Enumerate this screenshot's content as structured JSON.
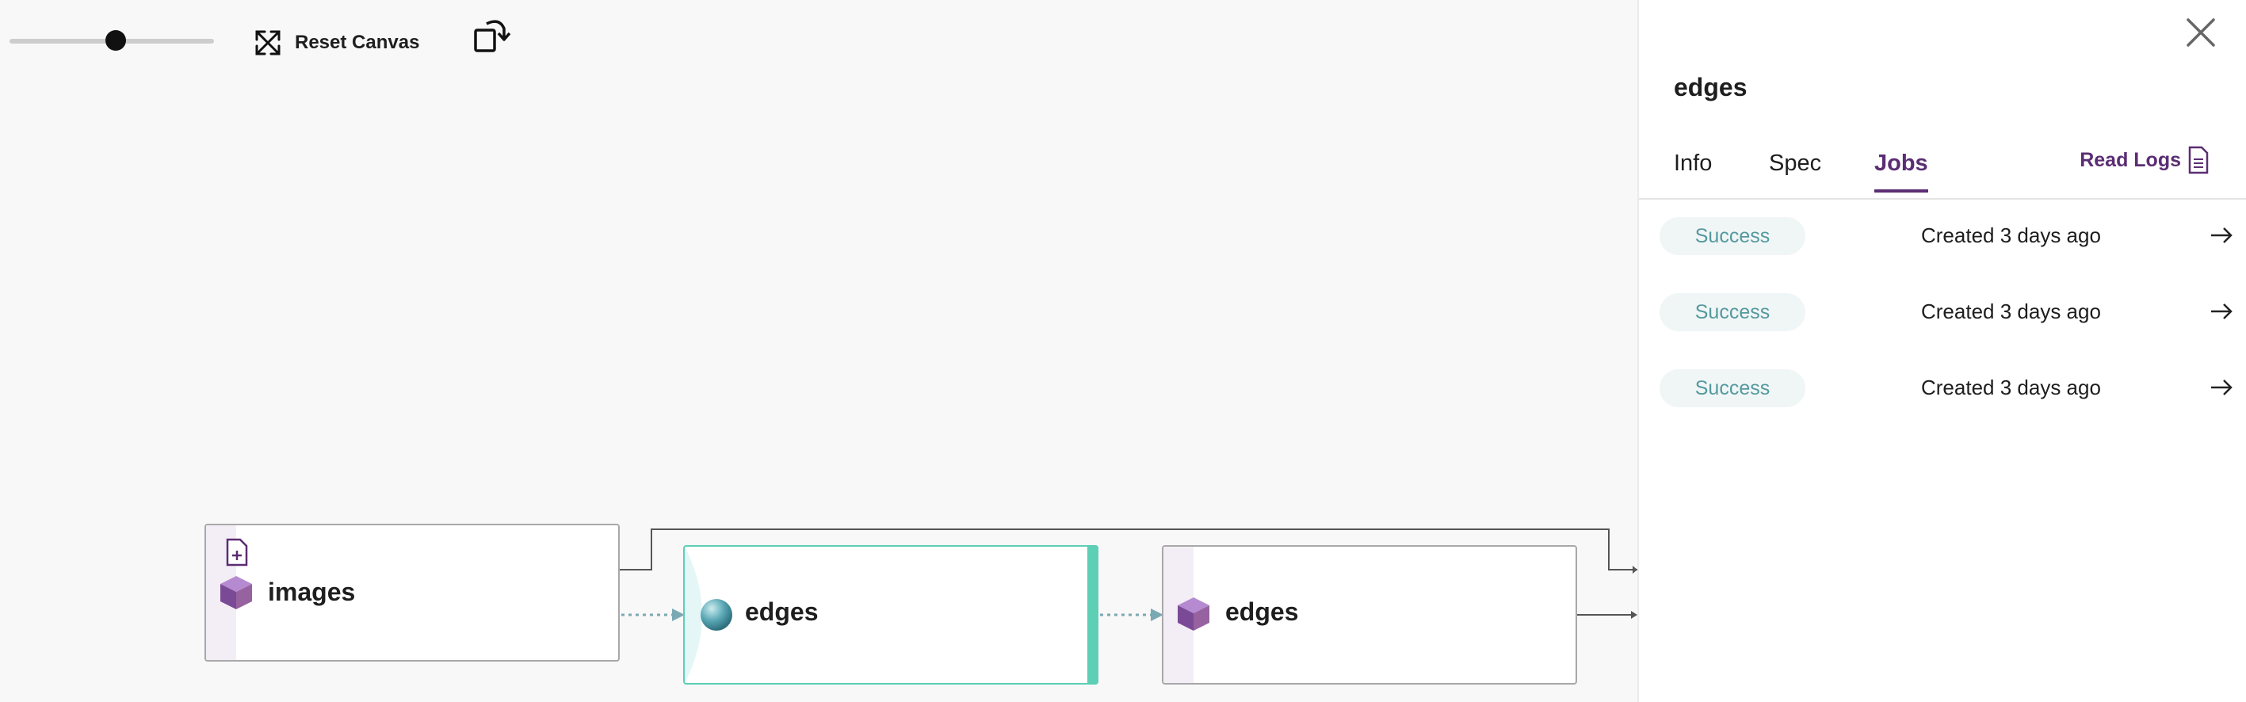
{
  "toolbar": {
    "zoom_level": 0.52,
    "reset_label": "Reset Canvas"
  },
  "dag": {
    "nodes": [
      {
        "label": "images",
        "kind": "repo",
        "icon": "cube-icon"
      },
      {
        "label": "edges",
        "kind": "pipeline",
        "icon": "sphere-icon"
      },
      {
        "label": "edges",
        "kind": "repo",
        "icon": "cube-icon"
      }
    ]
  },
  "panel": {
    "title": "edges",
    "tabs": [
      {
        "label": "Info",
        "active": false
      },
      {
        "label": "Spec",
        "active": false
      },
      {
        "label": "Jobs",
        "active": true
      }
    ],
    "read_logs_label": "Read Logs",
    "jobs": [
      {
        "status": "Success",
        "created": "Created 3 days ago"
      },
      {
        "status": "Success",
        "created": "Created 3 days ago"
      },
      {
        "status": "Success",
        "created": "Created 3 days ago"
      }
    ]
  },
  "colors": {
    "brand": "#5b2d73",
    "success_text": "#54999e",
    "pipeline_accent": "#5ccfb5"
  }
}
